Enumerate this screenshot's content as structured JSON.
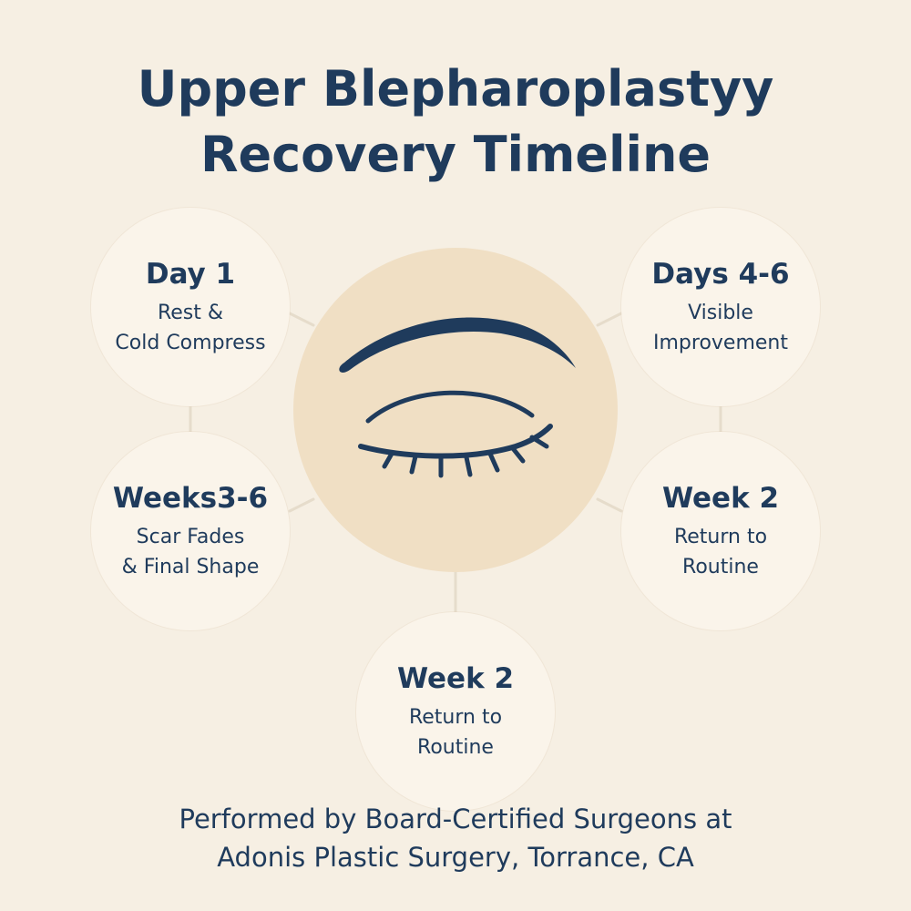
{
  "title": {
    "line1": "Upper Blepharoplastyy",
    "line2": "Recovery Timeline"
  },
  "center": {
    "icon": "closed-eye-icon"
  },
  "stages": {
    "day1": {
      "title": "Day 1",
      "line1": "Rest &",
      "line2": "Cold Compress"
    },
    "days4_6": {
      "title": "Days 4-6",
      "line1": "Visible",
      "line2": "Improvement"
    },
    "weeks3_6": {
      "title": "Weeks3-6",
      "line1": "Scar Fades",
      "line2": "& Final Shape"
    },
    "week2_right": {
      "title": "Week 2",
      "line1": "Return to",
      "line2": "Routine"
    },
    "week2_bottom": {
      "title": "Week 2",
      "line1": "Return to",
      "line2": "Routine"
    }
  },
  "footer": {
    "line1": "Performed by Board-Certified Surgeons at",
    "line2": "Adonis Plastic Surgery, Torrance, CA"
  },
  "colors": {
    "background": "#f6efe3",
    "text": "#1f3b5c",
    "center_circle": "#f0dfc4",
    "stage_circle": "#faf4ea",
    "connector": "#e6dccb"
  }
}
